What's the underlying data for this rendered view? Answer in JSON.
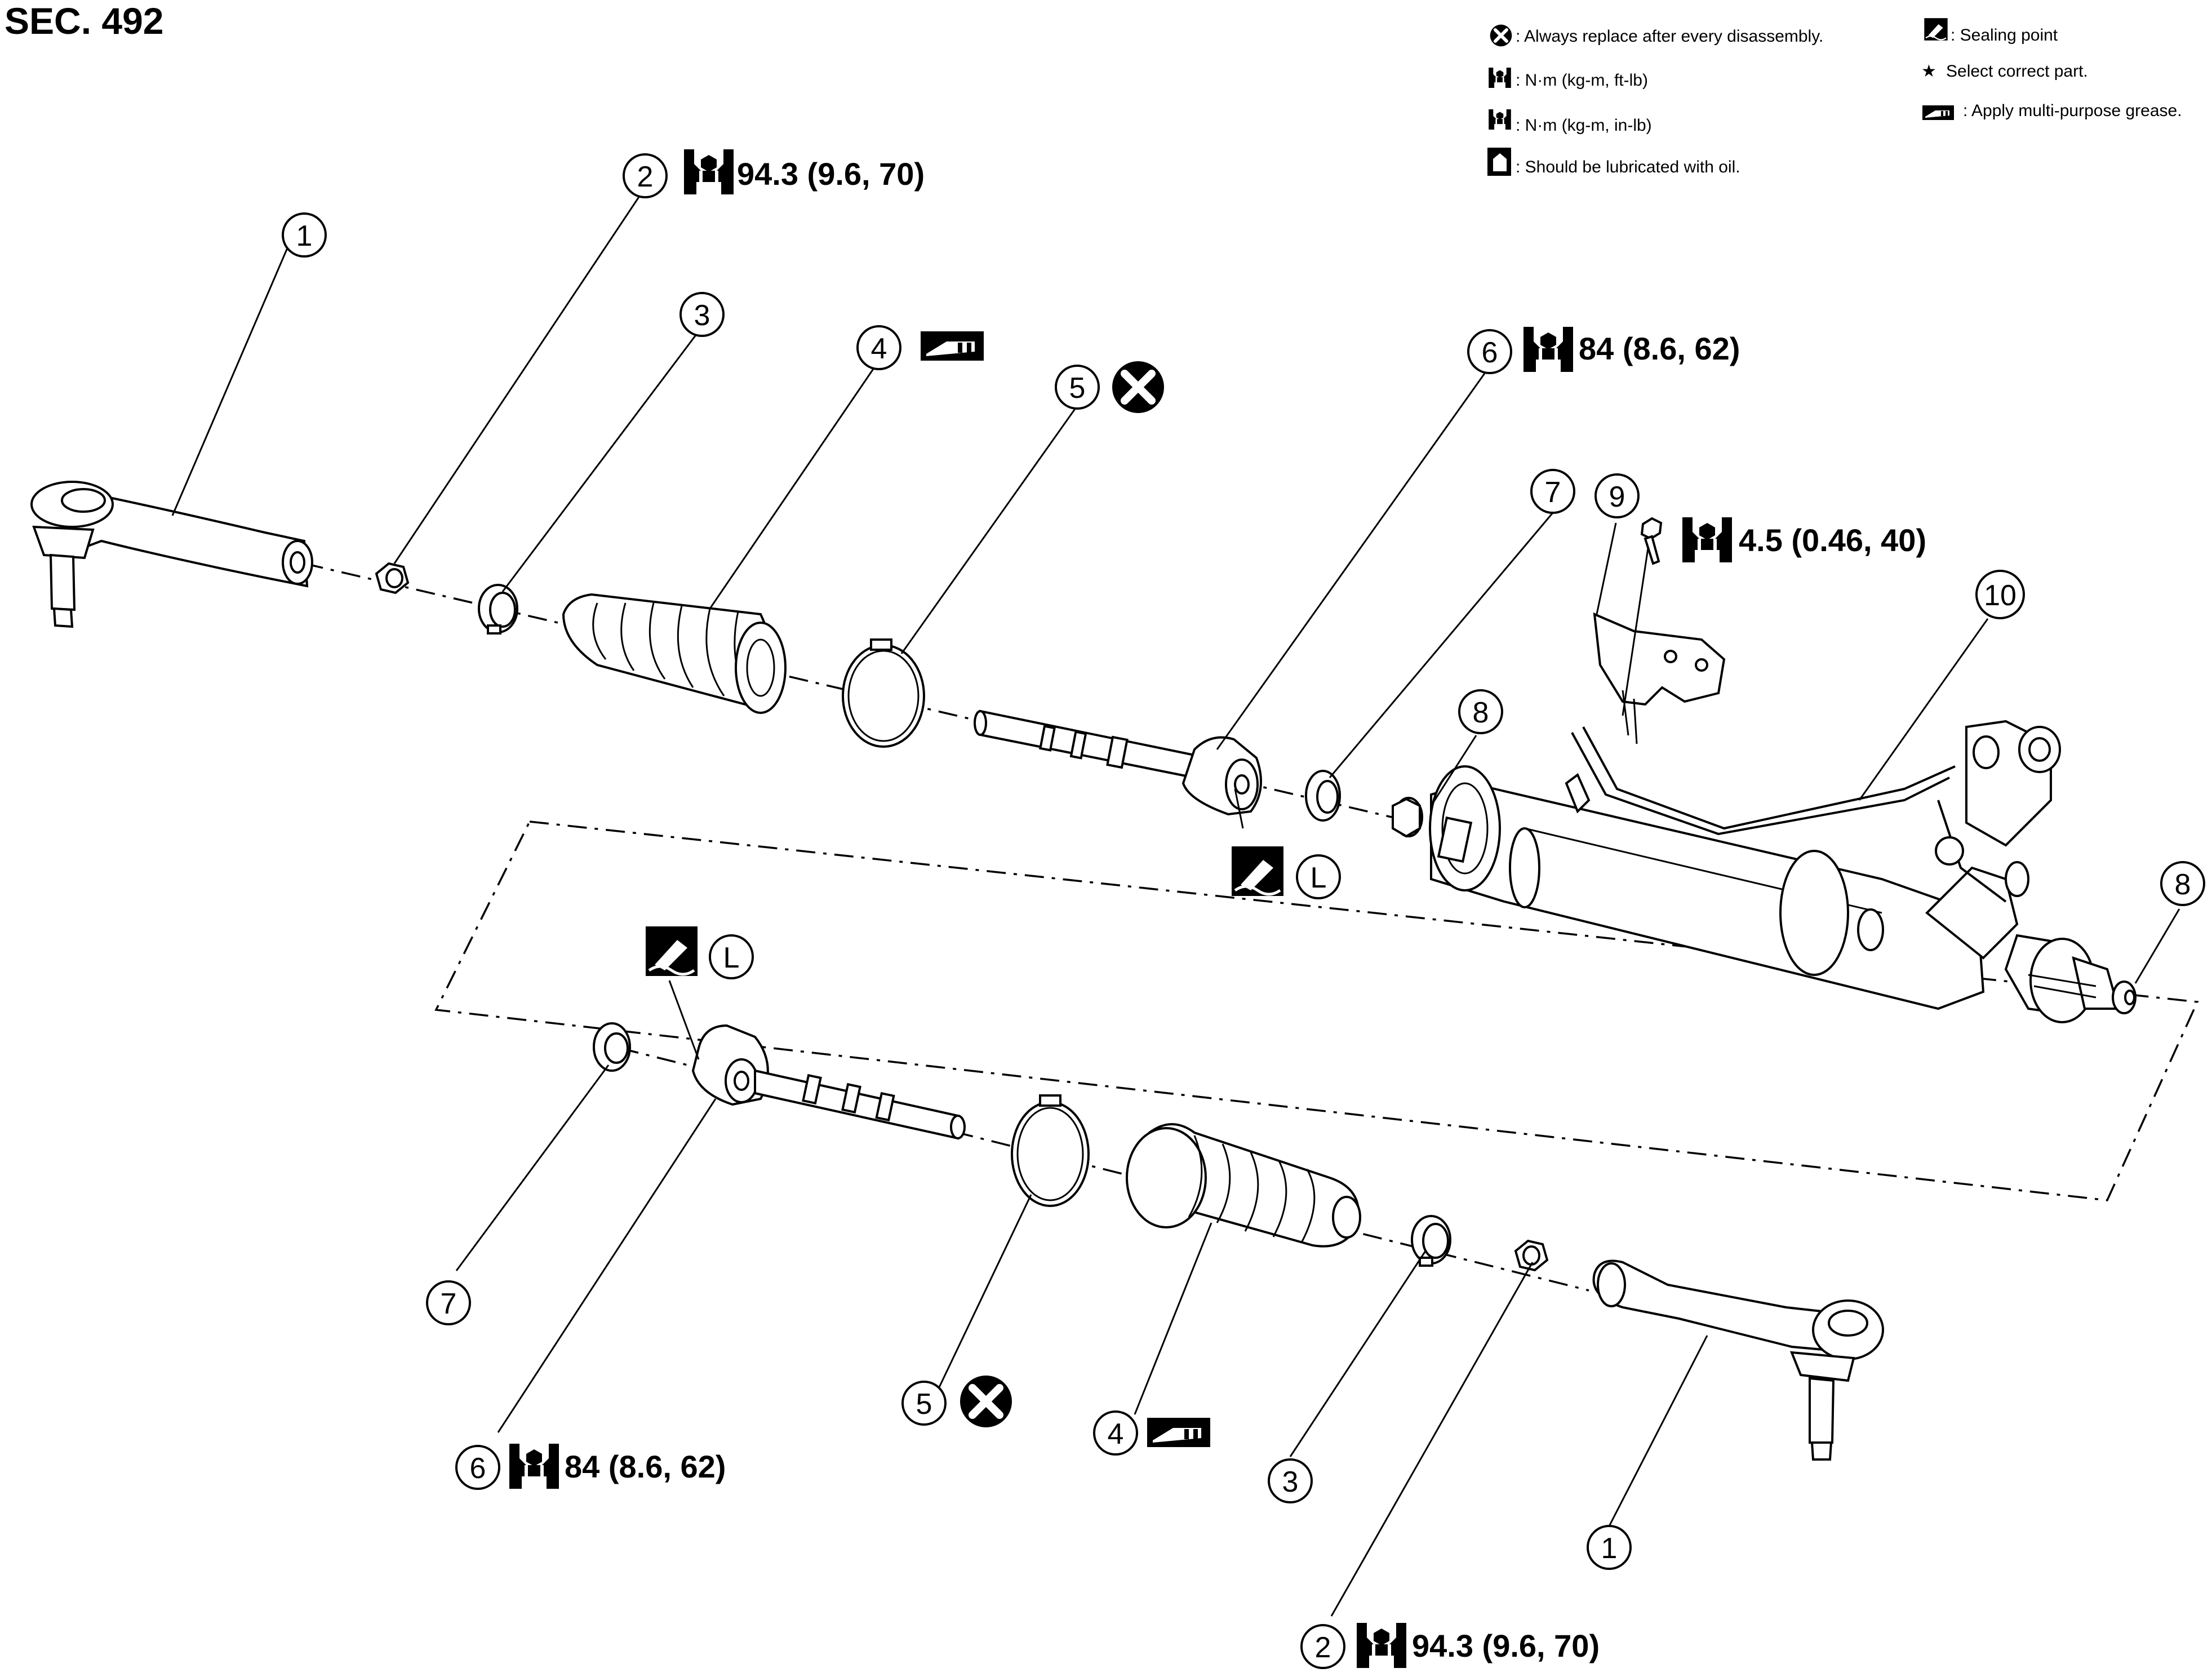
{
  "title": "SEC. 492",
  "legend": {
    "replace": ": Always replace after every disassembly.",
    "torque_ftlb": ": N·m (kg-m, ft-lb)",
    "torque_inlb": ": N·m (kg-m, in-lb)",
    "oil": ": Should be lubricated with oil.",
    "sealing": ": Sealing point",
    "select": "Select correct part.",
    "grease": ": Apply multi-purpose grease."
  },
  "icons": {
    "replace": "cross-circle-icon",
    "torque": "wrench-torque-icon",
    "oil": "oil-can-icon",
    "sealing": "sealant-tube-icon",
    "select": "star-icon",
    "grease": "grease-gun-icon"
  },
  "callouts": {
    "c1a": "1",
    "c2a": "2",
    "c3a": "3",
    "c4a": "4",
    "c5a": "5",
    "c6a": "6",
    "c7a": "7",
    "c8a": "8",
    "c8b": "8",
    "c9": "9",
    "c10": "10",
    "c1b": "1",
    "c2b": "2",
    "c3b": "3",
    "c4b": "4",
    "c5b": "5",
    "c6b": "6",
    "c7b": "7",
    "la": "L",
    "lb": "L"
  },
  "torques": {
    "t2a": "94.3 (9.6, 70)",
    "t6a": "84 (8.6, 62)",
    "t9": "4.5 (0.46, 40)",
    "t6b": "84 (8.6, 62)",
    "t2b": "94.3 (9.6, 70)"
  },
  "star": "★"
}
